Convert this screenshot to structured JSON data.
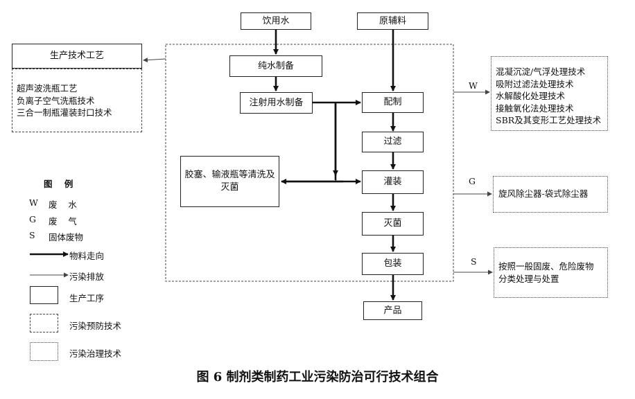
{
  "boxes": {
    "drinking_water": "饮用水",
    "raw_materials": "原辅料",
    "pure_water": "纯水制备",
    "injection_water": "注射用水制备",
    "compounding": "配制",
    "filtering": "过滤",
    "filling": "灌装",
    "sterilize": "灭菌",
    "packaging": "包装",
    "product": "产品",
    "stopper_wash": "胶塞、输液瓶等清洗及灭菌"
  },
  "process_tech": {
    "title": "生产技术工艺",
    "items": [
      "超声波洗瓶工艺",
      "负离子空气洗瓶技术",
      "三合一制瓶灌装封口技术"
    ]
  },
  "wastewater": {
    "tag": "W",
    "items": [
      "混凝沉淀/气浮处理技术",
      "吸附过滤法处理技术",
      "水解酸化处理技术",
      "接触氧化法处理技术",
      "SBR及其变形工艺处理技术"
    ]
  },
  "gas": {
    "tag": "G",
    "items": [
      "旋风除尘器-袋式除尘器"
    ]
  },
  "solid": {
    "tag": "S",
    "items": [
      "按照一般固废、危险废物",
      "分类处理与处置"
    ]
  },
  "legend": {
    "title": "图    例",
    "rows": [
      {
        "code": "W",
        "text": "废    水"
      },
      {
        "code": "G",
        "text": "废    气"
      },
      {
        "code": "S",
        "text": "固体废物"
      }
    ],
    "material_flow": "物料走向",
    "pollution_discharge": "污染排放",
    "production_process": "生产工序",
    "prevention_tech": "污染预防技术",
    "treatment_tech": "污染治理技术"
  },
  "caption": "图 6 制剂类制药工业污染防治可行技术组合"
}
